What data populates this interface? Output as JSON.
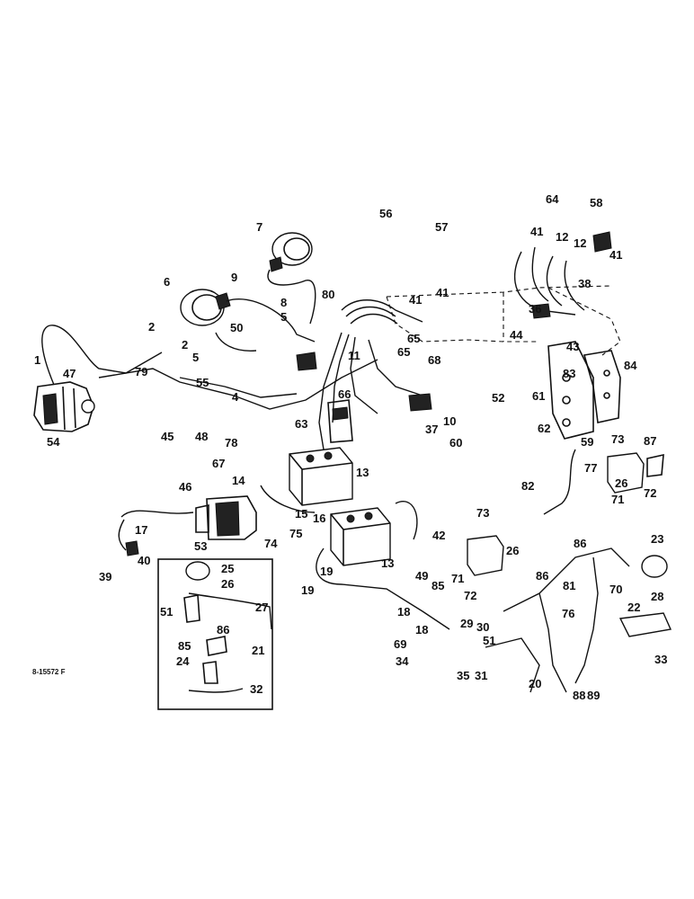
{
  "figure_ref": "8-15572 F",
  "callouts": [
    "1",
    "2",
    "2",
    "4",
    "5",
    "5",
    "6",
    "7",
    "8",
    "9",
    "10",
    "11",
    "12",
    "12",
    "13",
    "13",
    "14",
    "15",
    "16",
    "17",
    "18",
    "18",
    "19",
    "19",
    "20",
    "21",
    "22",
    "23",
    "24",
    "25",
    "26",
    "26",
    "26",
    "27",
    "28",
    "29",
    "30",
    "31",
    "32",
    "33",
    "34",
    "35",
    "36",
    "37",
    "38",
    "39",
    "40",
    "41",
    "41",
    "41",
    "41",
    "42",
    "43",
    "44",
    "45",
    "46",
    "47",
    "48",
    "49",
    "50",
    "51",
    "51",
    "52",
    "53",
    "54",
    "55",
    "56",
    "57",
    "58",
    "59",
    "60",
    "61",
    "62",
    "63",
    "64",
    "65",
    "65",
    "66",
    "67",
    "68",
    "69",
    "70",
    "71",
    "71",
    "72",
    "72",
    "73",
    "73",
    "74",
    "75",
    "76",
    "77",
    "78",
    "79",
    "80",
    "81",
    "82",
    "83",
    "84",
    "85",
    "85",
    "86",
    "86",
    "86",
    "87",
    "88",
    "89"
  ]
}
